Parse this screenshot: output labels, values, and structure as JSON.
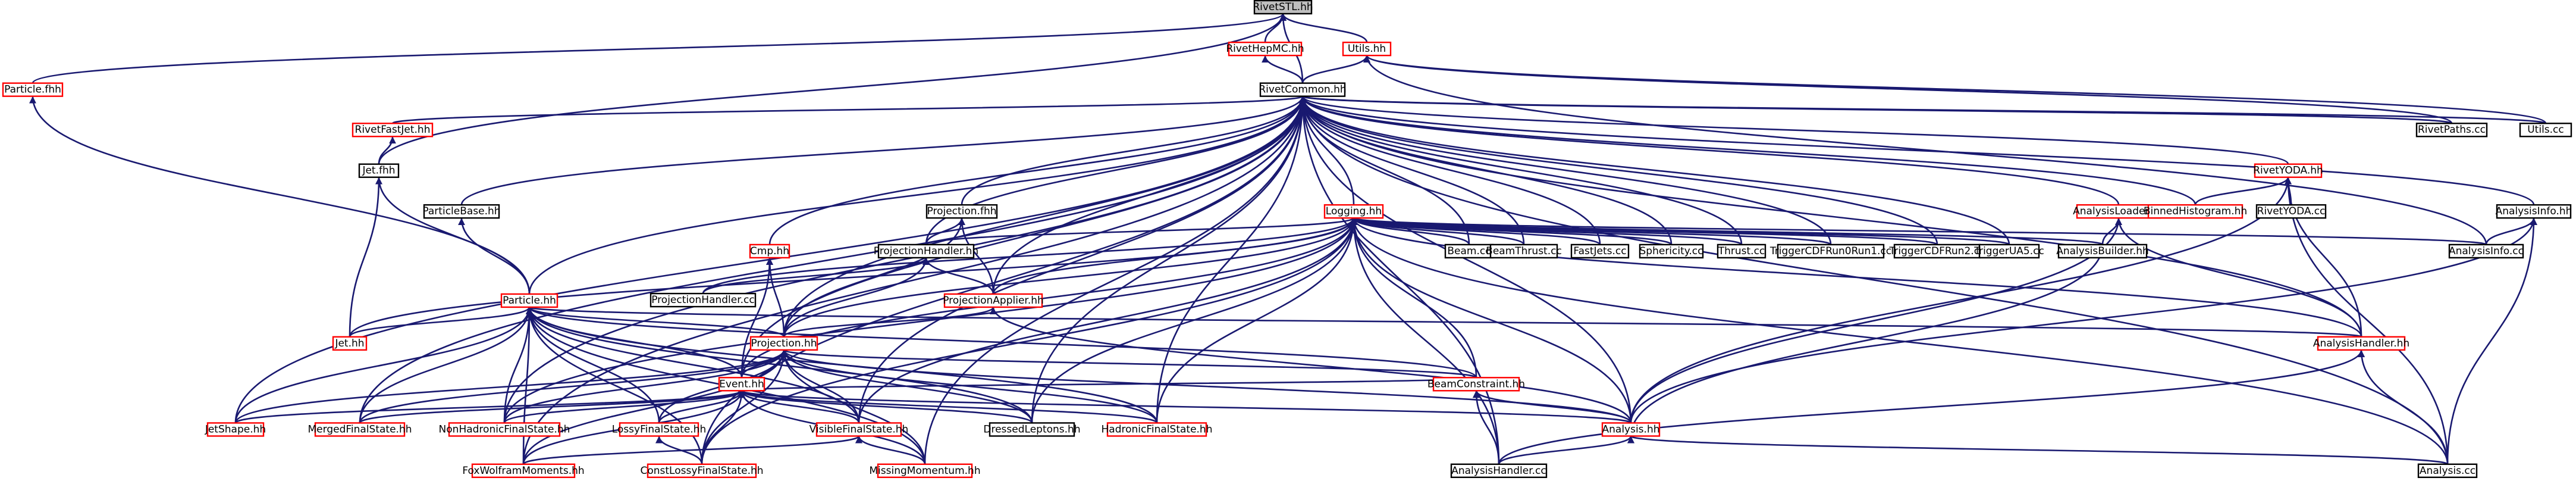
{
  "colors": {
    "background": "#ffffff",
    "edge": "#191970",
    "node_border_documented": "#000000",
    "node_border_undocumented": "#ff0000",
    "root_fill": "#bfbfbf"
  },
  "nodes": [
    {
      "id": "RivetSTL",
      "label": "RivetSTL.hh",
      "color": "black",
      "root": true
    },
    {
      "id": "RivetHepMC",
      "label": "RivetHepMC.hh",
      "color": "red"
    },
    {
      "id": "Utils",
      "label": "Utils.hh",
      "color": "red"
    },
    {
      "id": "ParticleFwd",
      "label": "Particle.fhh",
      "color": "red"
    },
    {
      "id": "RivetCommon",
      "label": "RivetCommon.hh",
      "color": "black"
    },
    {
      "id": "RivetFastJet",
      "label": "RivetFastJet.hh",
      "color": "red"
    },
    {
      "id": "JetFwd",
      "label": "Jet.fhh",
      "color": "black"
    },
    {
      "id": "ParticleBase",
      "label": "ParticleBase.hh",
      "color": "black"
    },
    {
      "id": "ProjectionFwd",
      "label": "Projection.fhh",
      "color": "black"
    },
    {
      "id": "ProjectionHandler",
      "label": "ProjectionHandler.hh",
      "color": "black"
    },
    {
      "id": "Logging",
      "label": "Logging.hh",
      "color": "red"
    },
    {
      "id": "RivetYODA",
      "label": "RivetYODA.hh",
      "color": "red"
    },
    {
      "id": "AnalysisLoader",
      "label": "AnalysisLoader.hh",
      "color": "red"
    },
    {
      "id": "BinnedHistogram",
      "label": "BinnedHistogram.hh",
      "color": "red"
    },
    {
      "id": "RivetYODAcc",
      "label": "RivetYODA.cc",
      "color": "black"
    },
    {
      "id": "AnalysisInfo",
      "label": "AnalysisInfo.hh",
      "color": "black"
    },
    {
      "id": "RivetPaths",
      "label": "RivetPaths.cc",
      "color": "black"
    },
    {
      "id": "Utilscc",
      "label": "Utils.cc",
      "color": "black"
    },
    {
      "id": "Cmp",
      "label": "Cmp.hh",
      "color": "red"
    },
    {
      "id": "ProjectionHandlercc",
      "label": "ProjectionHandler.cc",
      "color": "black"
    },
    {
      "id": "Beamcc",
      "label": "Beam.cc",
      "color": "black"
    },
    {
      "id": "BeamThrust",
      "label": "BeamThrust.cc",
      "color": "black"
    },
    {
      "id": "FastJets",
      "label": "FastJets.cc",
      "color": "black"
    },
    {
      "id": "Sphericity",
      "label": "Sphericity.cc",
      "color": "black"
    },
    {
      "id": "Thrust",
      "label": "Thrust.cc",
      "color": "black"
    },
    {
      "id": "TriggerCDFRun0Run1",
      "label": "TriggerCDFRun0Run1.cc",
      "color": "black"
    },
    {
      "id": "TriggerCDFRun2",
      "label": "TriggerCDFRun2.cc",
      "color": "black"
    },
    {
      "id": "TriggerUA5",
      "label": "TriggerUA5.cc",
      "color": "black"
    },
    {
      "id": "AnalysisBuilder",
      "label": "AnalysisBuilder.hh",
      "color": "black"
    },
    {
      "id": "AnalysisInfocc",
      "label": "AnalysisInfo.cc",
      "color": "black"
    },
    {
      "id": "Particle",
      "label": "Particle.hh",
      "color": "red"
    },
    {
      "id": "ProjectionApplier",
      "label": "ProjectionApplier.hh",
      "color": "red"
    },
    {
      "id": "Jet",
      "label": "Jet.hh",
      "color": "red"
    },
    {
      "id": "Projection",
      "label": "Projection.hh",
      "color": "red"
    },
    {
      "id": "AnalysisHandler",
      "label": "AnalysisHandler.hh",
      "color": "red"
    },
    {
      "id": "Event",
      "label": "Event.hh",
      "color": "red"
    },
    {
      "id": "BeamConstraint",
      "label": "BeamConstraint.hh",
      "color": "red"
    },
    {
      "id": "JetShape",
      "label": "JetShape.hh",
      "color": "red"
    },
    {
      "id": "MergedFinalState",
      "label": "MergedFinalState.hh",
      "color": "red"
    },
    {
      "id": "NonHadronicFinalState",
      "label": "NonHadronicFinalState.hh",
      "color": "red"
    },
    {
      "id": "LossyFinalState",
      "label": "LossyFinalState.hh",
      "color": "red"
    },
    {
      "id": "VisibleFinalState",
      "label": "VisibleFinalState.hh",
      "color": "red"
    },
    {
      "id": "DressedLeptons",
      "label": "DressedLeptons.hh",
      "color": "black"
    },
    {
      "id": "HadronicFinalState",
      "label": "HadronicFinalState.hh",
      "color": "red"
    },
    {
      "id": "Analysis",
      "label": "Analysis.hh",
      "color": "red"
    },
    {
      "id": "FoxWolframMoments",
      "label": "FoxWolframMoments.hh",
      "color": "red"
    },
    {
      "id": "ConstLossyFinalState",
      "label": "ConstLossyFinalState.hh",
      "color": "red"
    },
    {
      "id": "MissingMomentum",
      "label": "MissingMomentum.hh",
      "color": "red"
    },
    {
      "id": "AnalysisHandlercc",
      "label": "AnalysisHandler.cc",
      "color": "black"
    },
    {
      "id": "Analysiscc",
      "label": "Analysis.cc",
      "color": "black"
    }
  ],
  "edges": [
    [
      "RivetHepMC",
      "RivetSTL"
    ],
    [
      "Utils",
      "RivetSTL"
    ],
    [
      "RivetCommon",
      "RivetSTL"
    ],
    [
      "ParticleFwd",
      "RivetSTL"
    ],
    [
      "JetFwd",
      "RivetSTL"
    ],
    [
      "RivetCommon",
      "RivetHepMC"
    ],
    [
      "RivetCommon",
      "Utils"
    ],
    [
      "RivetPaths",
      "Utils"
    ],
    [
      "Utilscc",
      "Utils"
    ],
    [
      "AnalysisInfocc",
      "Utils"
    ],
    [
      "Particle",
      "ParticleFwd"
    ],
    [
      "RivetFastJet",
      "RivetCommon"
    ],
    [
      "ParticleBase",
      "RivetCommon"
    ],
    [
      "ProjectionFwd",
      "RivetCommon"
    ],
    [
      "ProjectionHandler",
      "RivetCommon"
    ],
    [
      "Logging",
      "RivetCommon"
    ],
    [
      "RivetYODA",
      "RivetCommon"
    ],
    [
      "AnalysisLoader",
      "RivetCommon"
    ],
    [
      "BinnedHistogram",
      "RivetCommon"
    ],
    [
      "AnalysisInfo",
      "RivetCommon"
    ],
    [
      "RivetPaths",
      "RivetCommon"
    ],
    [
      "Utilscc",
      "RivetCommon"
    ],
    [
      "Cmp",
      "RivetCommon"
    ],
    [
      "Beamcc",
      "RivetCommon"
    ],
    [
      "BeamThrust",
      "RivetCommon"
    ],
    [
      "FastJets",
      "RivetCommon"
    ],
    [
      "Sphericity",
      "RivetCommon"
    ],
    [
      "Thrust",
      "RivetCommon"
    ],
    [
      "TriggerCDFRun0Run1",
      "RivetCommon"
    ],
    [
      "TriggerCDFRun2",
      "RivetCommon"
    ],
    [
      "TriggerUA5",
      "RivetCommon"
    ],
    [
      "Particle",
      "RivetCommon"
    ],
    [
      "ProjectionApplier",
      "RivetCommon"
    ],
    [
      "Projection",
      "RivetCommon"
    ],
    [
      "Event",
      "RivetCommon"
    ],
    [
      "JetShape",
      "RivetCommon"
    ],
    [
      "MergedFinalState",
      "RivetCommon"
    ],
    [
      "NonHadronicFinalState",
      "RivetCommon"
    ],
    [
      "VisibleFinalState",
      "RivetCommon"
    ],
    [
      "DressedLeptons",
      "RivetCommon"
    ],
    [
      "HadronicFinalState",
      "RivetCommon"
    ],
    [
      "Analysis",
      "RivetCommon"
    ],
    [
      "FoxWolframMoments",
      "RivetCommon"
    ],
    [
      "ConstLossyFinalState",
      "RivetCommon"
    ],
    [
      "MissingMomentum",
      "RivetCommon"
    ],
    [
      "AnalysisHandlercc",
      "RivetCommon"
    ],
    [
      "Analysiscc",
      "RivetCommon"
    ],
    [
      "AnalysisHandler",
      "RivetCommon"
    ],
    [
      "JetFwd",
      "RivetFastJet"
    ],
    [
      "Jet",
      "JetFwd"
    ],
    [
      "Particle",
      "JetFwd"
    ],
    [
      "Particle",
      "ParticleBase"
    ],
    [
      "ProjectionHandler",
      "ProjectionFwd"
    ],
    [
      "ProjectionApplier",
      "ProjectionFwd"
    ],
    [
      "Projection",
      "ProjectionFwd"
    ],
    [
      "ProjectionHandlercc",
      "ProjectionHandler"
    ],
    [
      "ProjectionApplier",
      "ProjectionHandler"
    ],
    [
      "Projection",
      "ProjectionHandler"
    ],
    [
      "Beamcc",
      "Logging"
    ],
    [
      "BeamThrust",
      "Logging"
    ],
    [
      "FastJets",
      "Logging"
    ],
    [
      "Sphericity",
      "Logging"
    ],
    [
      "Thrust",
      "Logging"
    ],
    [
      "TriggerCDFRun0Run1",
      "Logging"
    ],
    [
      "TriggerCDFRun2",
      "Logging"
    ],
    [
      "TriggerUA5",
      "Logging"
    ],
    [
      "AnalysisBuilder",
      "Logging"
    ],
    [
      "AnalysisInfocc",
      "Logging"
    ],
    [
      "ProjectionHandlercc",
      "Logging"
    ],
    [
      "ProjectionHandler",
      "Logging"
    ],
    [
      "ProjectionApplier",
      "Logging"
    ],
    [
      "Projection",
      "Logging"
    ],
    [
      "Jet",
      "Logging"
    ],
    [
      "Event",
      "Logging"
    ],
    [
      "BeamConstraint",
      "Logging"
    ],
    [
      "Analysis",
      "Logging"
    ],
    [
      "AnalysisHandler",
      "Logging"
    ],
    [
      "AnalysisHandlercc",
      "Logging"
    ],
    [
      "Analysiscc",
      "Logging"
    ],
    [
      "NonHadronicFinalState",
      "Logging"
    ],
    [
      "VisibleFinalState",
      "Logging"
    ],
    [
      "DressedLeptons",
      "Logging"
    ],
    [
      "HadronicFinalState",
      "Logging"
    ],
    [
      "ConstLossyFinalState",
      "Logging"
    ],
    [
      "BinnedHistogram",
      "RivetYODA"
    ],
    [
      "RivetYODAcc",
      "RivetYODA"
    ],
    [
      "AnalysisHandler",
      "RivetYODA"
    ],
    [
      "Analysis",
      "RivetYODA"
    ],
    [
      "Analysiscc",
      "RivetYODA"
    ],
    [
      "AnalysisBuilder",
      "AnalysisLoader"
    ],
    [
      "AnalysisHandler",
      "AnalysisLoader"
    ],
    [
      "Analysis",
      "AnalysisLoader"
    ],
    [
      "AnalysisInfocc",
      "AnalysisInfo"
    ],
    [
      "Analysis",
      "AnalysisInfo"
    ],
    [
      "Analysiscc",
      "AnalysisInfo"
    ],
    [
      "Projection",
      "Cmp"
    ],
    [
      "Event",
      "Cmp"
    ],
    [
      "Projection",
      "Particle"
    ],
    [
      "Event",
      "Particle"
    ],
    [
      "Jet",
      "Particle"
    ],
    [
      "JetShape",
      "Particle"
    ],
    [
      "MergedFinalState",
      "Particle"
    ],
    [
      "NonHadronicFinalState",
      "Particle"
    ],
    [
      "LossyFinalState",
      "Particle"
    ],
    [
      "VisibleFinalState",
      "Particle"
    ],
    [
      "DressedLeptons",
      "Particle"
    ],
    [
      "HadronicFinalState",
      "Particle"
    ],
    [
      "FoxWolframMoments",
      "Particle"
    ],
    [
      "ConstLossyFinalState",
      "Particle"
    ],
    [
      "MissingMomentum",
      "Particle"
    ],
    [
      "BeamConstraint",
      "Particle"
    ],
    [
      "AnalysisHandler",
      "Particle"
    ],
    [
      "Projection",
      "ProjectionApplier"
    ],
    [
      "Analysis",
      "ProjectionApplier"
    ],
    [
      "Event",
      "Projection"
    ],
    [
      "JetShape",
      "Projection"
    ],
    [
      "MergedFinalState",
      "Projection"
    ],
    [
      "NonHadronicFinalState",
      "Projection"
    ],
    [
      "LossyFinalState",
      "Projection"
    ],
    [
      "VisibleFinalState",
      "Projection"
    ],
    [
      "DressedLeptons",
      "Projection"
    ],
    [
      "HadronicFinalState",
      "Projection"
    ],
    [
      "FoxWolframMoments",
      "Projection"
    ],
    [
      "ConstLossyFinalState",
      "Projection"
    ],
    [
      "MissingMomentum",
      "Projection"
    ],
    [
      "BeamConstraint",
      "Projection"
    ],
    [
      "Analysis",
      "Projection"
    ],
    [
      "JetShape",
      "Event"
    ],
    [
      "MergedFinalState",
      "Event"
    ],
    [
      "NonHadronicFinalState",
      "Event"
    ],
    [
      "LossyFinalState",
      "Event"
    ],
    [
      "VisibleFinalState",
      "Event"
    ],
    [
      "DressedLeptons",
      "Event"
    ],
    [
      "HadronicFinalState",
      "Event"
    ],
    [
      "FoxWolframMoments",
      "Event"
    ],
    [
      "ConstLossyFinalState",
      "Event"
    ],
    [
      "MissingMomentum",
      "Event"
    ],
    [
      "BeamConstraint",
      "Event"
    ],
    [
      "Analysis",
      "Event"
    ],
    [
      "Analysis",
      "BeamConstraint"
    ],
    [
      "AnalysisHandlercc",
      "BeamConstraint"
    ],
    [
      "ConstLossyFinalState",
      "LossyFinalState"
    ],
    [
      "FoxWolframMoments",
      "VisibleFinalState"
    ],
    [
      "MissingMomentum",
      "VisibleFinalState"
    ],
    [
      "AnalysisHandlercc",
      "Analysis"
    ],
    [
      "Analysiscc",
      "Analysis"
    ],
    [
      "AnalysisBuilder",
      "Analysis"
    ],
    [
      "Analysiscc",
      "AnalysisHandler"
    ],
    [
      "AnalysisHandlercc",
      "AnalysisHandler"
    ]
  ]
}
